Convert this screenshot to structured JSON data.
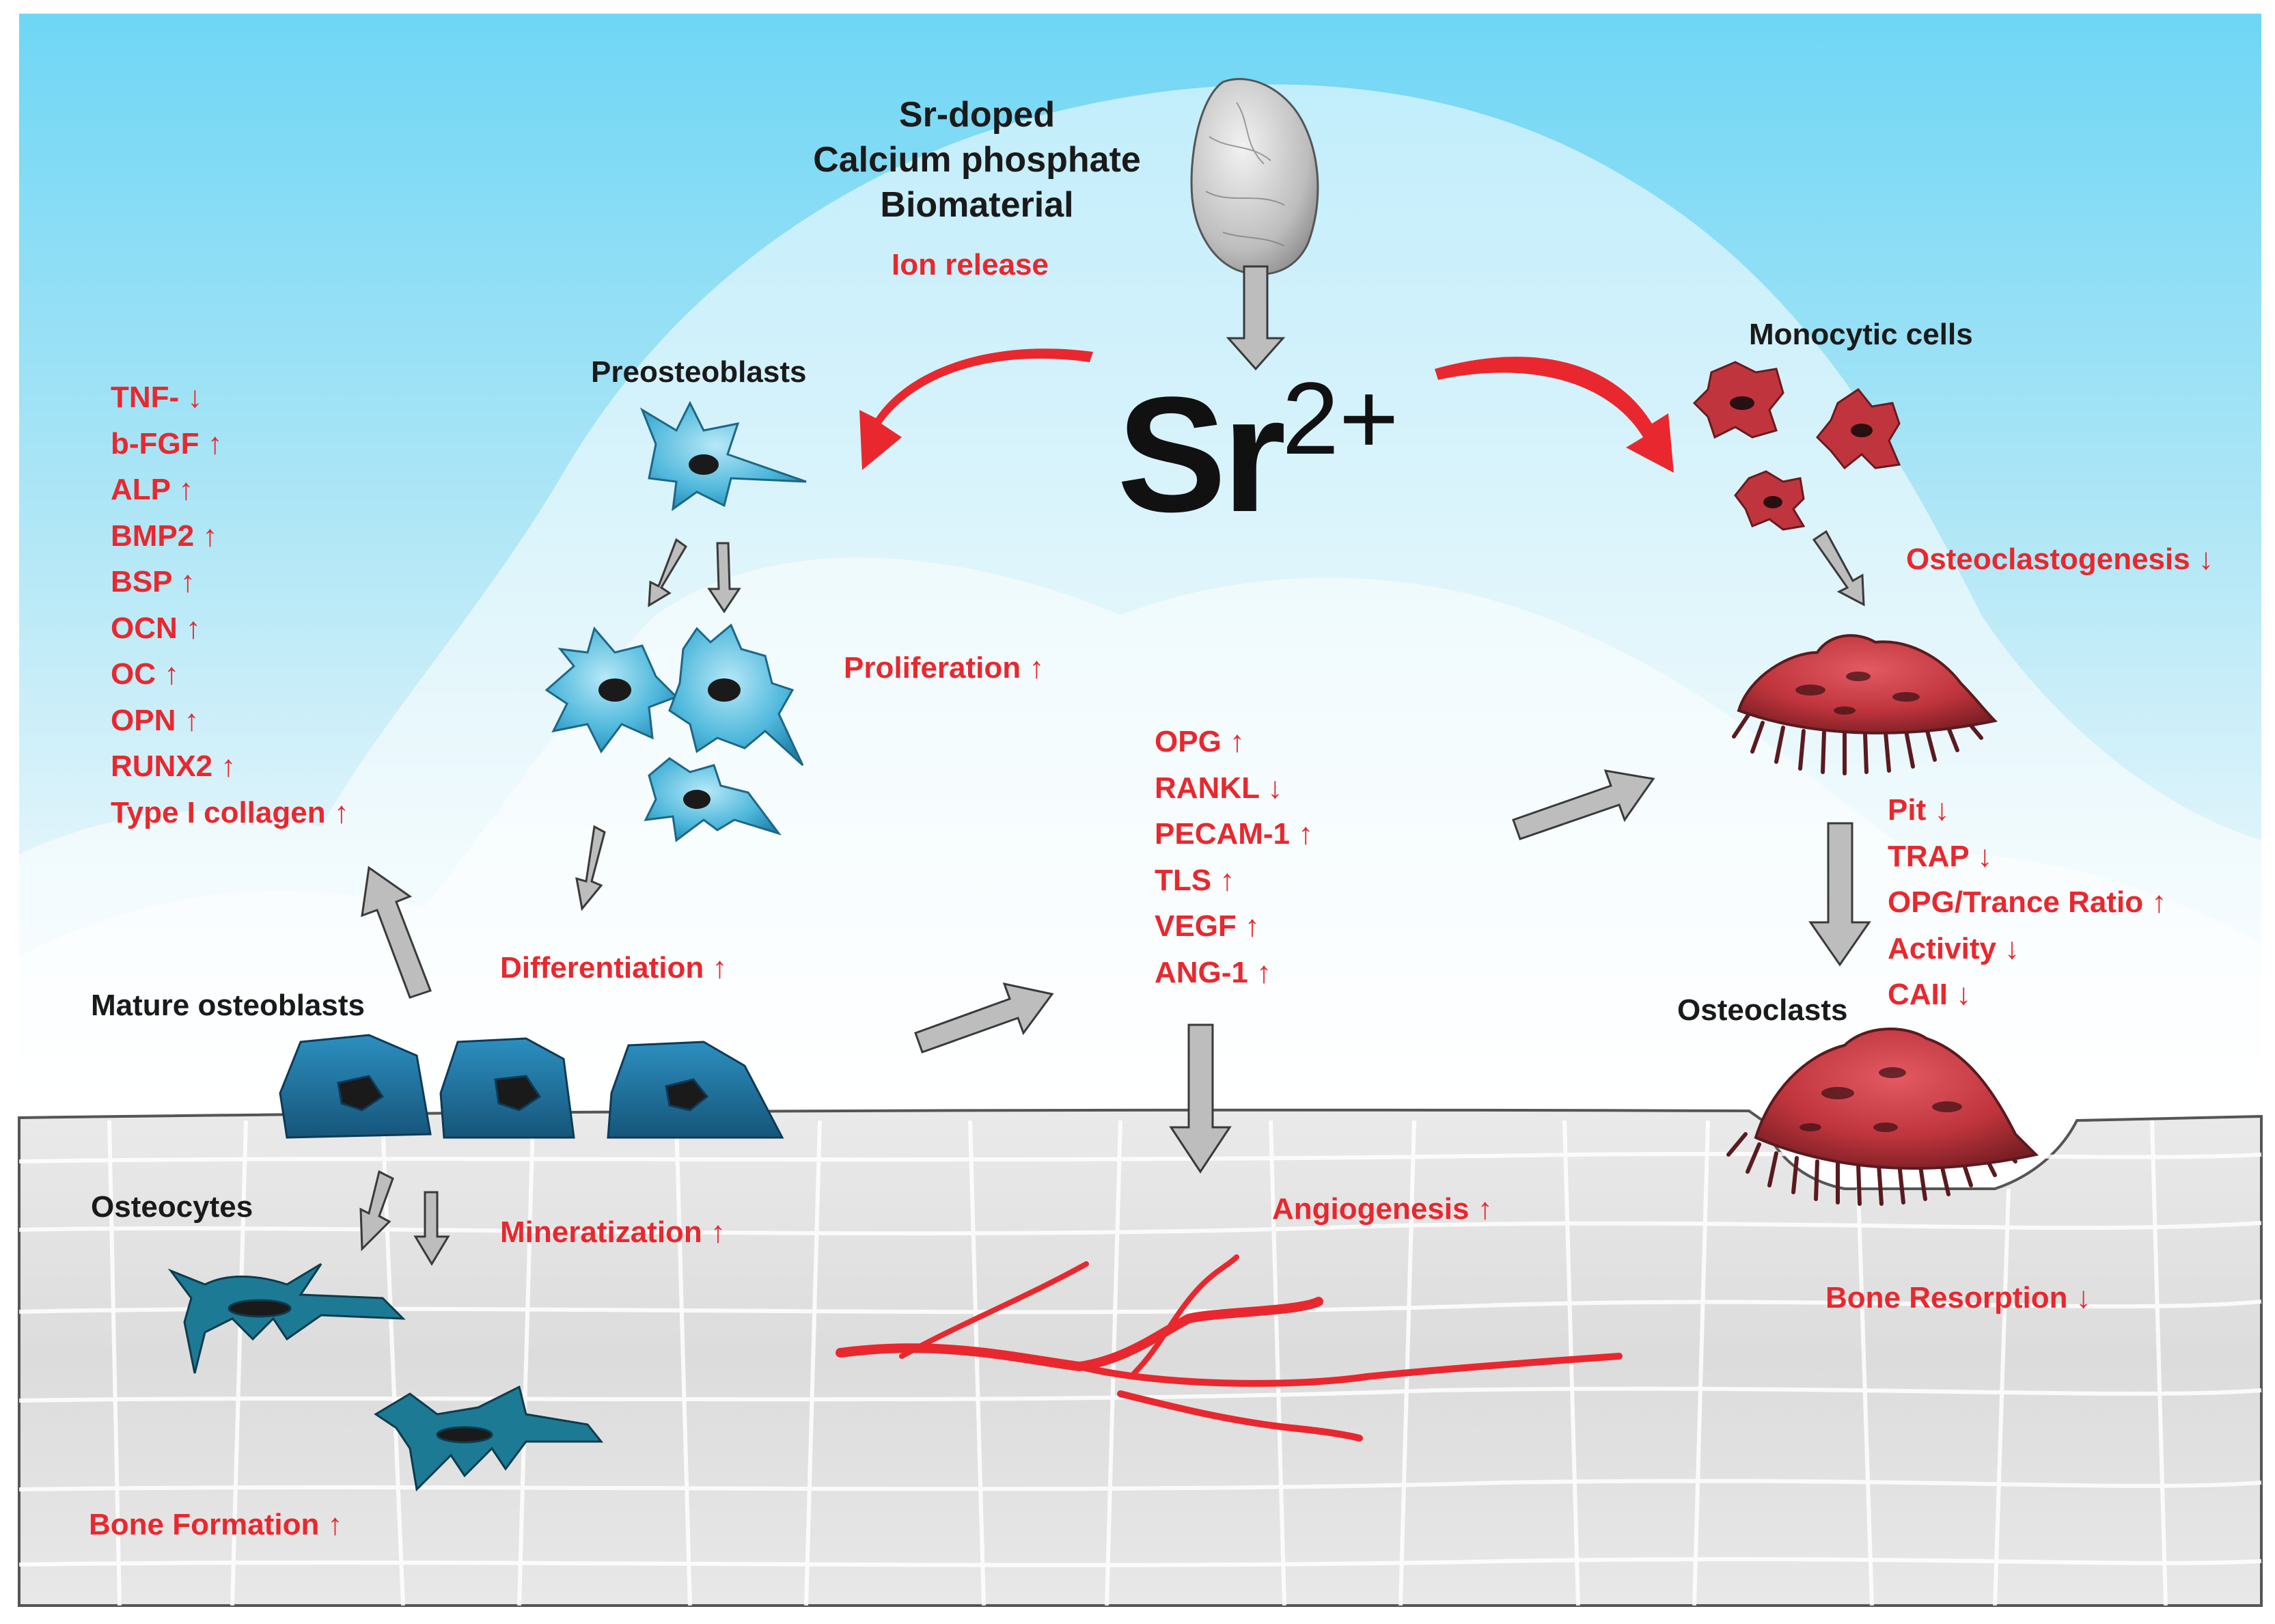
{
  "colors": {
    "sky_top": "#6fd6f5",
    "sky_bottom": "#ffffff",
    "cloud": "#ffffff",
    "bone": "#e2e2e2",
    "bone_line": "#ffffff",
    "label_red": "#e8282e",
    "label_black": "#1a1a1a",
    "arrow_gray": "#bdbdbd",
    "preosteoblast": "#4fb8dc",
    "osteoblast": "#1f6e96",
    "osteocyte": "#1d7a95",
    "osteoclast": "#c0353d",
    "vessel": "#e8282e"
  },
  "biomaterial": {
    "title_lines": [
      "Sr-doped",
      "Calcium phosphate",
      "Biomaterial"
    ],
    "ion_release": "Ion release",
    "sr_ion": "Sr",
    "sr_charge": "2+"
  },
  "osteoblast_branch": {
    "preosteoblasts_label": "Preosteoblasts",
    "proliferation": "Proliferation ↑",
    "differentiation": "Differentiation ↑",
    "mature_label": "Mature osteoblasts",
    "markers": [
      "TNF- ↓",
      "b-FGF ↑",
      "ALP ↑",
      "BMP2 ↑",
      "BSP ↑",
      "OCN ↑",
      "OC ↑",
      "OPN ↑",
      "RUNX2 ↑",
      "Type I collagen ↑"
    ],
    "osteocytes_label": "Osteocytes",
    "mineralization": "Mineratization ↑",
    "bone_formation": "Bone Formation ↑"
  },
  "middle": {
    "factors": [
      "OPG ↑",
      "RANKL ↓",
      "PECAM-1 ↑",
      "TLS ↑",
      "VEGF ↑",
      "ANG-1 ↑"
    ],
    "angiogenesis": "Angiogenesis ↑"
  },
  "osteoclast_branch": {
    "monocytic_label": "Monocytic cells",
    "osteoclastogenesis": "Osteoclastogenesis ↓",
    "activity_markers": [
      "Pit ↓",
      "TRAP ↓",
      "OPG/Trance Ratio ↑",
      "Activity ↓",
      "CAII ↓"
    ],
    "osteoclasts_label": "Osteoclasts",
    "bone_resorption": "Bone Resorption ↓"
  }
}
